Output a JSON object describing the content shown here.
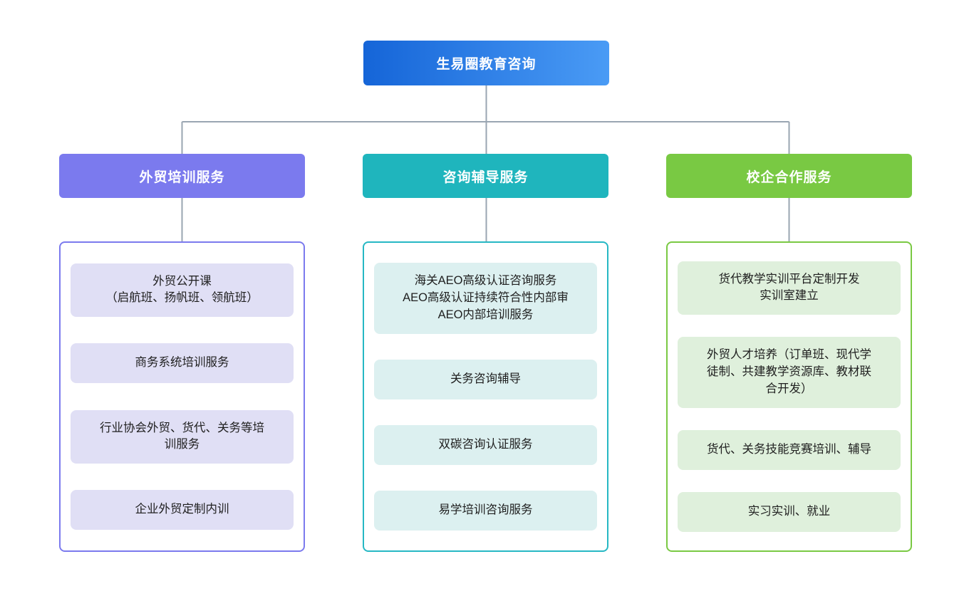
{
  "diagram": {
    "type": "organization-chart",
    "orientation": "top-down",
    "root": {
      "label": "生易圈教育咨询",
      "color_start": "#1565d8",
      "color_end": "#4a9bf5",
      "text_color": "#ffffff"
    },
    "connector_color": "#9aa6b2",
    "branches": [
      {
        "label": "外贸培训服务",
        "header_color": "#7b7aee",
        "border_color": "#7b7aee",
        "card_color": "#e0dff5",
        "text_color": "#ffffff",
        "items": [
          {
            "lines": [
              "外贸公开课",
              "（启航班、扬帆班、领航班）"
            ]
          },
          {
            "lines": [
              "商务系统培训服务"
            ]
          },
          {
            "lines": [
              "行业协会外贸、货代、关务等培",
              "训服务"
            ]
          },
          {
            "lines": [
              "企业外贸定制内训"
            ]
          }
        ]
      },
      {
        "label": "咨询辅导服务",
        "header_color": "#1fb5bd",
        "border_color": "#26b8c4",
        "card_color": "#dcf0f0",
        "text_color": "#ffffff",
        "items": [
          {
            "lines": [
              "海关AEO高级认证咨询服务",
              "AEO高级认证持续符合性内部审",
              "AEO内部培训服务"
            ]
          },
          {
            "lines": [
              "关务咨询辅导"
            ]
          },
          {
            "lines": [
              "双碳咨询认证服务"
            ]
          },
          {
            "lines": [
              "易学培训咨询服务"
            ]
          }
        ]
      },
      {
        "label": "校企合作服务",
        "header_color": "#79c943",
        "border_color": "#7ac943",
        "card_color": "#dff0dc",
        "text_color": "#ffffff",
        "items": [
          {
            "lines": [
              "货代教学实训平台定制开发",
              "实训室建立"
            ]
          },
          {
            "lines": [
              "外贸人才培养（订单班、现代学",
              "徒制、共建教学资源库、教材联",
              "合开发）"
            ]
          },
          {
            "lines": [
              "货代、关务技能竞赛培训、辅导"
            ]
          },
          {
            "lines": [
              "实习实训、就业"
            ]
          }
        ]
      }
    ]
  }
}
